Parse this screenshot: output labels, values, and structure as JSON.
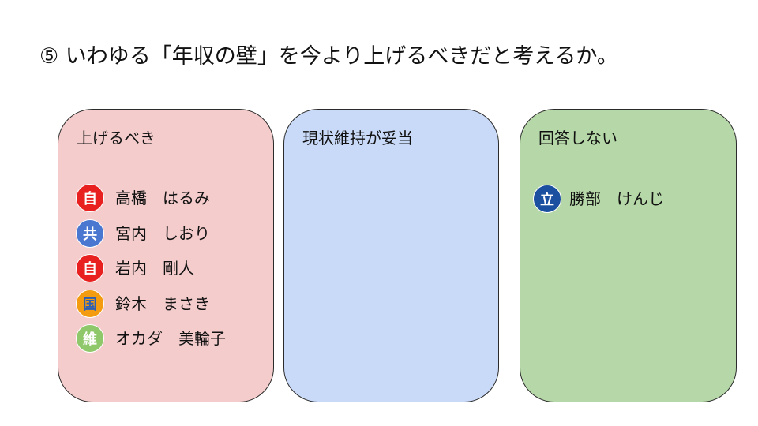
{
  "title": "⑤ いわゆる「年収の壁」を今より上げるべきだと考えるか。",
  "columns": [
    {
      "heading": "上げるべき",
      "members": [
        {
          "party": "自",
          "party_color": "#e8201f",
          "name": "高橋　はるみ"
        },
        {
          "party": "共",
          "party_color": "#4a78d1",
          "name": "宮内　しおり"
        },
        {
          "party": "自",
          "party_color": "#e8201f",
          "name": "岩内　剛人"
        },
        {
          "party": "国",
          "party_color": "#f39c12",
          "name": "鈴木　まさき"
        },
        {
          "party": "維",
          "party_color": "#8fc76b",
          "name": "オカダ　美輪子"
        }
      ]
    },
    {
      "heading": "現状維持が妥当",
      "members": []
    },
    {
      "heading": "回答しない",
      "members": [
        {
          "party": "立",
          "party_color": "#1b4fa0",
          "name": "勝部　けんじ"
        }
      ]
    }
  ]
}
